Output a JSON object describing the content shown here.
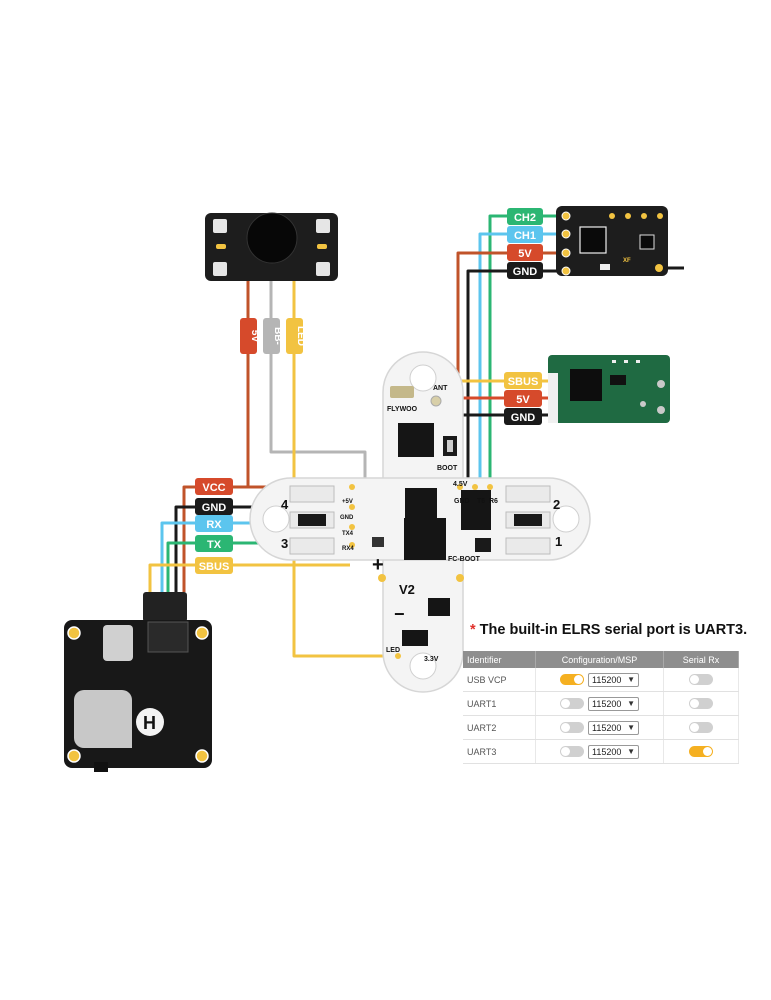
{
  "buzzer_wires": [
    "5V",
    "BB-",
    "LED"
  ],
  "receiver_top_wires": [
    "CH2",
    "CH1",
    "5V",
    "GND"
  ],
  "receiver_mid_wires": [
    "SBUS",
    "5V",
    "GND"
  ],
  "vtx_wires": [
    "VCC",
    "GND",
    "RX",
    "TX",
    "SBUS"
  ],
  "board": {
    "brand": "FLYWOO",
    "ant": "ANT",
    "boot": "BOOT",
    "fc_boot": "FC-BOOT",
    "v2": "V2",
    "led": "LED",
    "v33": "3.3V",
    "v45": "4.5V",
    "gnd": "GND",
    "t6": "T6",
    "r6": "R6",
    "pad_5v": "+5V",
    "pad_gnd": "GND",
    "pad_tx4": "TX4",
    "pad_rx4": "RX4",
    "motor_labels": [
      "1",
      "2",
      "3",
      "4"
    ]
  },
  "receiver_top_marks": {
    "xf": "XF"
  },
  "vtx_logo": "H",
  "note": "The built-in ELRS serial port is UART3.",
  "colors": {
    "red": "#d64a2b",
    "gray": "#b5b5b5",
    "yellow": "#f2c341",
    "blue": "#5cc5ee",
    "green": "#2bb673",
    "black": "#1a1a1a",
    "brown": "#c0532a"
  },
  "config_table": {
    "headers": [
      "Identifier",
      "Configuration/MSP",
      "Serial Rx"
    ],
    "rows": [
      {
        "id": "USB VCP",
        "msp": true,
        "baud": "115200",
        "rx": false
      },
      {
        "id": "UART1",
        "msp": false,
        "baud": "115200",
        "rx": false
      },
      {
        "id": "UART2",
        "msp": false,
        "baud": "115200",
        "rx": false
      },
      {
        "id": "UART3",
        "msp": false,
        "baud": "115200",
        "rx": true
      }
    ]
  }
}
